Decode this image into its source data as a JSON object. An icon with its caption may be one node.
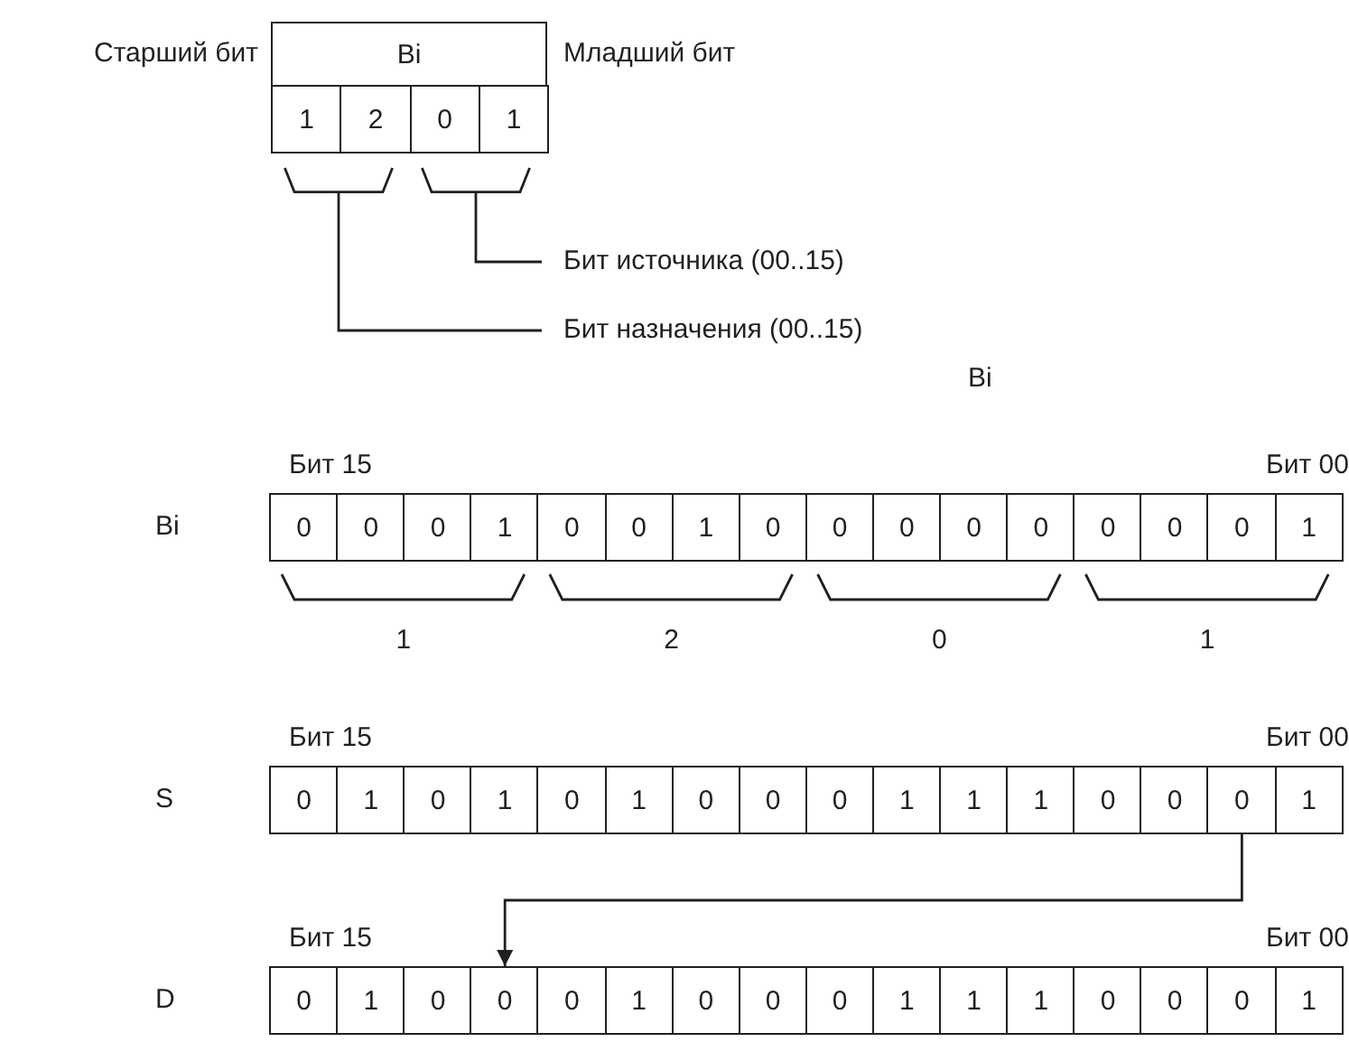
{
  "diagram": {
    "nodes": [
      {
        "text": [
          "Bi"
        ]
      },
      {
        "text": [
          "1"
        ]
      },
      {
        "text": [
          "2"
        ]
      },
      {
        "text": [
          "0"
        ]
      },
      {
        "text": [
          "1"
        ]
      },
      {
        "text": [],
        "shape": "bracket"
      },
      {
        "text": [],
        "shape": "bracket"
      },
      {
        "text": [
          "Бит источника (00..15)"
        ]
      },
      {
        "text": [
          "Бит назначения (00..15)"
        ]
      },
      {
        "text": [
          "0"
        ]
      },
      {
        "text": [
          "0"
        ]
      },
      {
        "text": [
          "0"
        ]
      },
      {
        "text": [
          "1"
        ]
      },
      {
        "text": [
          "0"
        ]
      },
      {
        "text": [
          "0"
        ]
      },
      {
        "text": [
          "1"
        ]
      },
      {
        "text": [
          "0"
        ]
      },
      {
        "text": [
          "0"
        ]
      },
      {
        "text": [
          "0"
        ]
      },
      {
        "text": [
          "0"
        ]
      },
      {
        "text": [
          "0"
        ]
      },
      {
        "text": [
          "0"
        ]
      },
      {
        "text": [
          "0"
        ]
      },
      {
        "text": [
          "0"
        ]
      },
      {
        "text": [
          "1"
        ]
      },
      {
        "text": [
          "0"
        ]
      },
      {
        "text": [
          "1"
        ]
      },
      {
        "text": [
          "0"
        ]
      },
      {
        "text": [
          "1"
        ]
      },
      {
        "text": [
          "0"
        ]
      },
      {
        "text": [
          "1"
        ]
      },
      {
        "text": [
          "0"
        ]
      },
      {
        "text": [
          "0"
        ]
      },
      {
        "text": [
          "0"
        ]
      },
      {
        "text": [
          "1"
        ]
      },
      {
        "text": [
          "1"
        ]
      },
      {
        "text": [
          "1"
        ]
      },
      {
        "text": [
          "0"
        ]
      },
      {
        "text": [
          "0"
        ]
      },
      {
        "text": [
          "0"
        ]
      },
      {
        "text": [
          "1"
        ]
      },
      {
        "text": [
          "0"
        ]
      },
      {
        "text": [
          "1"
        ]
      },
      {
        "text": [
          "0"
        ]
      },
      {
        "text": [
          "0"
        ]
      },
      {
        "text": [
          "0"
        ]
      },
      {
        "text": [
          "1"
        ]
      },
      {
        "text": [
          "0"
        ]
      },
      {
        "text": [
          "0"
        ]
      },
      {
        "text": [
          "0"
        ]
      },
      {
        "text": [
          "1"
        ]
      },
      {
        "text": [
          "1"
        ]
      },
      {
        "text": [
          "1"
        ]
      },
      {
        "text": [
          "0"
        ]
      },
      {
        "text": [
          "0"
        ]
      },
      {
        "text": [
          "0"
        ]
      },
      {
        "text": [
          "1"
        ]
      }
    ],
    "edges": [
      {
        "from": 7,
        "to": 6,
        "arrow": "none"
      },
      {
        "from": 8,
        "to": 5,
        "arrow": "none"
      },
      {
        "from": 39,
        "to": 44,
        "arrow": "to"
      }
    ],
    "labels": [
      "Старший бит",
      "Младший бит",
      "Bi",
      "Бит 15",
      "Бит 00",
      "Bi",
      "1",
      "2",
      "0",
      "1",
      "Бит 15",
      "Бит 00",
      "S",
      "Бит 15",
      "Бит 00",
      "D"
    ]
  }
}
